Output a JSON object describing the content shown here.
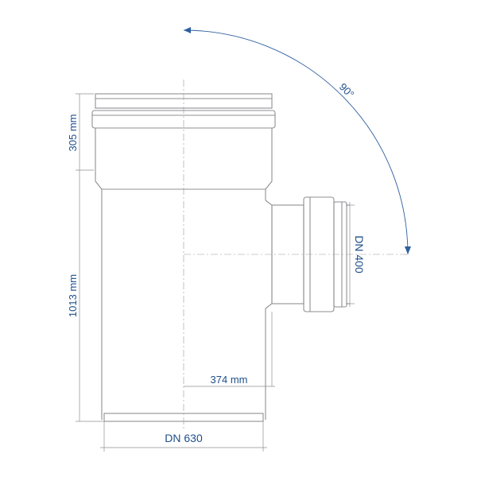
{
  "dimensions": {
    "socket_depth": "305 mm",
    "total_length": "1013 mm",
    "branch_offset": "374 mm",
    "main_diameter": "DN 630",
    "branch_diameter": "DN 400",
    "branch_angle": "90°"
  },
  "colors": {
    "outline": "#8f8f93",
    "dimension_text": "#1e4f8a",
    "angle_arc": "#2f5f9e"
  }
}
